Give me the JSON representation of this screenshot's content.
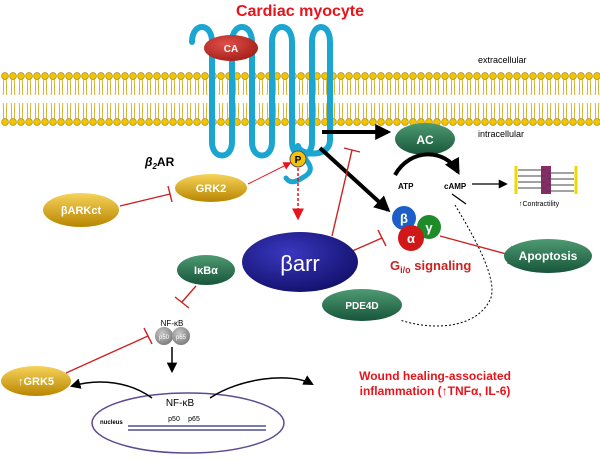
{
  "title": "Cardiac myocyte",
  "labels": {
    "extracellular": "extracellular",
    "intracellular": "intracellular",
    "receptor_main": "β",
    "receptor_sub": "2",
    "receptor_suffix": "AR",
    "ca": "CA",
    "p": "P",
    "ac": "AC",
    "atp": "ATP",
    "camp": "cAMP",
    "contractility": "Contractility",
    "grk2": "GRK2",
    "barkct": "βARKct",
    "beta": "β",
    "gamma": "γ",
    "alpha": "α",
    "gio_main": "G",
    "gio_sub": "i/o",
    "gio_suffix": " signaling",
    "apoptosis": "Apoptosis",
    "barr": "βarr",
    "ikba": "IκBα",
    "pde4d": "PDE4D",
    "nfkb_top": "NF-κB",
    "p50": "p50",
    "p65": "p65",
    "grk5": "GRK5",
    "nfkb_nucleus": "NF-κB",
    "nucleus": "nucleus",
    "wound_line1": "Wound healing-associated",
    "wound_line2_pre": "inflammation (",
    "wound_line2_tnf": "TNFα, IL-6)"
  },
  "colors": {
    "title_red": "#e8141c",
    "receptor_blue": "#1aa6d0",
    "gold": "#d9a400",
    "green": "#1f6e45",
    "navy": "#1c1a86",
    "inhibit_red": "#cc2222"
  }
}
